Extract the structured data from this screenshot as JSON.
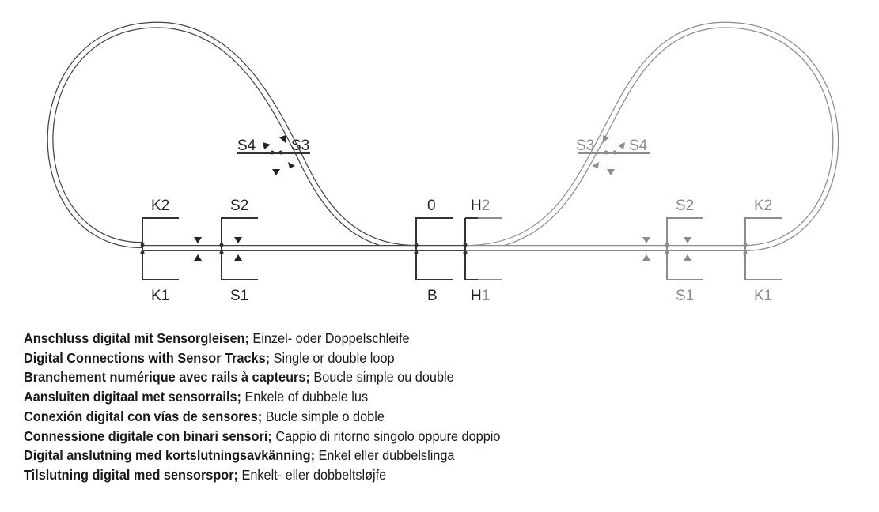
{
  "diagram": {
    "colors": {
      "dark": "#333333",
      "grey": "#8c8c8c"
    },
    "left_loop": {
      "crossing_labels": {
        "left": "S4",
        "right": "S3"
      },
      "top_labels": {
        "k": "K2",
        "s": "S2",
        "center": "0"
      },
      "bottom_labels": {
        "k": "K1",
        "s": "S1",
        "center": "B"
      }
    },
    "right_loop": {
      "crossing_labels": {
        "left": "S3",
        "right": "S4"
      },
      "top_labels": {
        "s": "S2",
        "k": "K2"
      },
      "bottom_labels": {
        "s": "S1",
        "k": "K1"
      }
    },
    "h_top": {
      "letter": "H",
      "number": "2"
    },
    "h_bottom": {
      "letter": "H",
      "number": "1"
    }
  },
  "captions": [
    {
      "bold": "Anschluss digital mit Sensorgleisen;",
      "normal": " Einzel- oder Doppelschleife"
    },
    {
      "bold": "Digital Connections with Sensor Tracks;",
      "normal": " Single or double loop"
    },
    {
      "bold": "Branchement numérique avec rails à capteurs;",
      "normal": " Boucle simple ou double"
    },
    {
      "bold": "Aansluiten digitaal met sensorrails;",
      "normal": " Enkele of dubbele lus"
    },
    {
      "bold": "Conexión digital con vías de sensores;",
      "normal": " Bucle simple o doble"
    },
    {
      "bold": "Connessione digitale con binari sensori;",
      "normal": " Cappio di ritorno singolo oppure doppio"
    },
    {
      "bold": "Digital anslutning med kortslutningsavkänning;",
      "normal": " Enkel eller dubbelslinga"
    },
    {
      "bold": "Tilslutning digital med sensorspor;",
      "normal": " Enkelt- eller dobbeltsløjfe"
    }
  ]
}
